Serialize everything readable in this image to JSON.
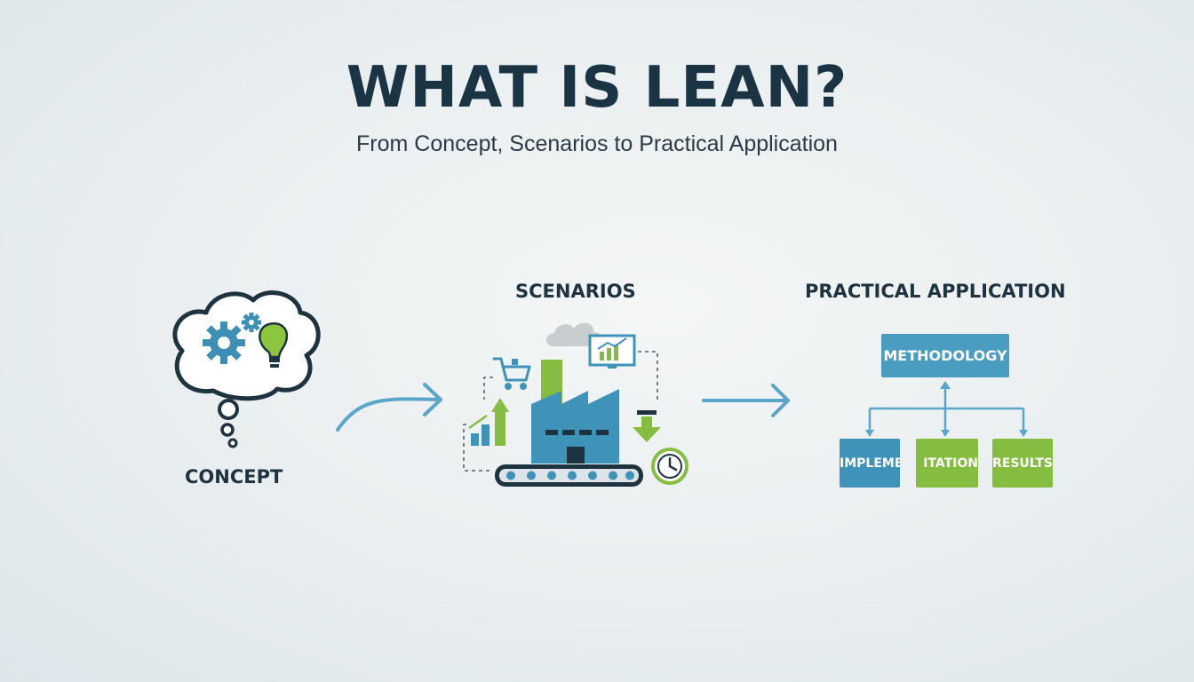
{
  "title": "WHAT IS LEAN?",
  "subtitle": "From Concept, Scenarios to Practical Application",
  "sections": {
    "concept": {
      "label": "CONCEPT"
    },
    "scenarios": {
      "label": "SCENARIOS"
    },
    "practical": {
      "label": "PRACTICAL APPLICATION",
      "top_box": "METHODOLOGY",
      "boxes": [
        "IMPLEME",
        "ITATION",
        "RESULTS"
      ]
    }
  },
  "colors": {
    "blue": "#4a9dc0",
    "green": "#84bd3f",
    "navy": "#1a3443",
    "arrow": "#5aa6c8"
  },
  "icons": [
    "thought-cloud-icon",
    "gear-icon",
    "lightbulb-icon",
    "factory-icon",
    "shopping-cart-icon",
    "bar-chart-icon",
    "monitor-chart-icon",
    "conveyor-belt-icon",
    "clock-icon",
    "down-arrow-icon",
    "smoke-cloud-icon"
  ]
}
